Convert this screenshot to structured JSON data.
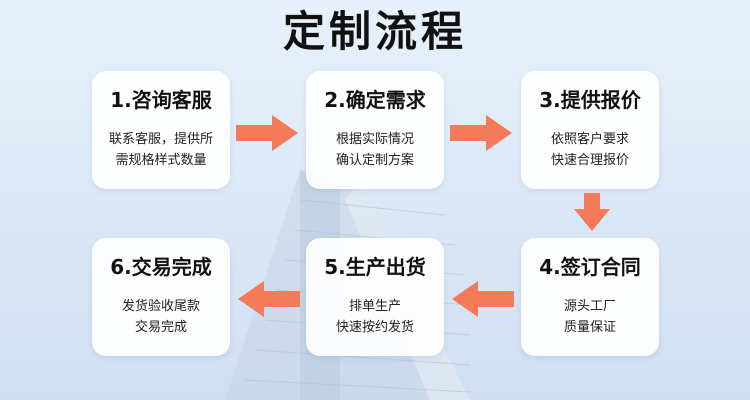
{
  "title": "定制流程",
  "steps": [
    {
      "title": "1.咨询客服",
      "desc_line1": "联系客服，提供所",
      "desc_line2": "需规格样式数量"
    },
    {
      "title": "2.确定需求",
      "desc_line1": "根据实际情况",
      "desc_line2": "确认定制方案"
    },
    {
      "title": "3.提供报价",
      "desc_line1": "依照客户要求",
      "desc_line2": "快速合理报价"
    },
    {
      "title": "4.签订合同",
      "desc_line1": "源头工厂",
      "desc_line2": "质量保证"
    },
    {
      "title": "5.生产出货",
      "desc_line1": "排单生产",
      "desc_line2": "快速按约发货"
    },
    {
      "title": "6.交易完成",
      "desc_line1": "发货验收尾款",
      "desc_line2": "交易完成"
    }
  ],
  "colors": {
    "arrow": "#f47a5a",
    "card": "#ffffff",
    "text": "#111111"
  },
  "icons": {
    "arrow": "arrow-icon"
  }
}
